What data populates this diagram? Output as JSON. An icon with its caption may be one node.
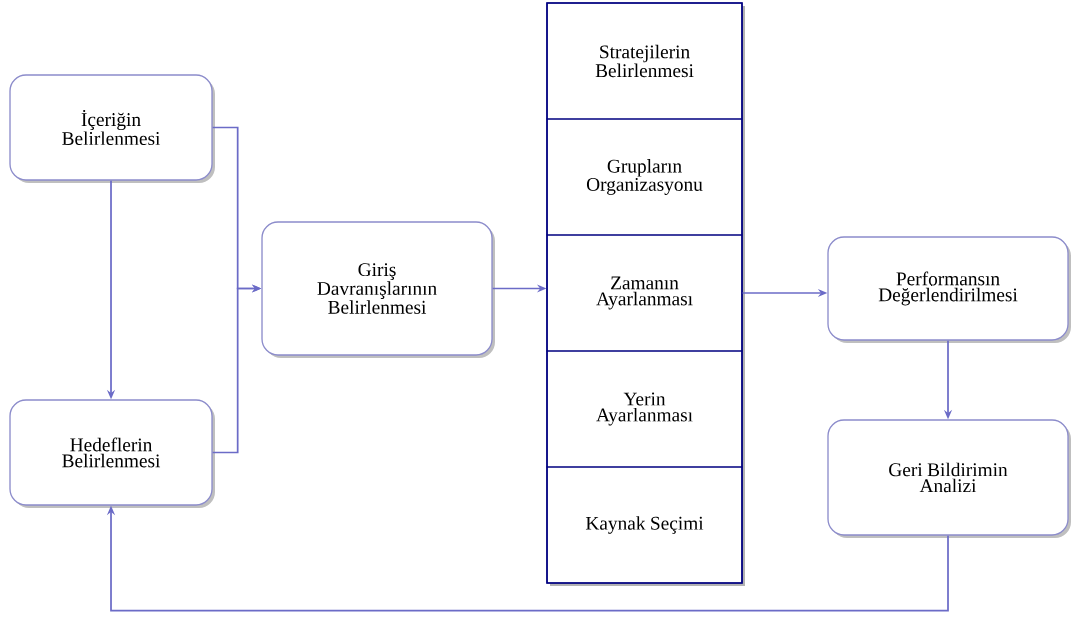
{
  "diagram": {
    "nodes": [
      {
        "text": [
          "İçeriğin Belirlenmesi"
        ]
      },
      {
        "text": [
          "Hedeflerin Belirlenmesi"
        ]
      },
      {
        "text": [
          "Giriş Davranışlarının Belirlenmesi"
        ]
      },
      {
        "text": [],
        "shape": "box"
      },
      {
        "text": [
          "Stratejilerin Belirlenmesi"
        ],
        "in": 3
      },
      {
        "text": [
          "Grupların Organizasyonu"
        ],
        "in": 3
      },
      {
        "text": [
          "Zamanın Ayarlanması"
        ],
        "in": 3
      },
      {
        "text": [
          "Yerin Ayarlanması"
        ],
        "in": 3
      },
      {
        "text": [
          "Kaynak Seçimi"
        ],
        "in": 3
      },
      {
        "text": [
          "Performansın Değerlendirilmesi"
        ]
      },
      {
        "text": [
          "Geri Bildirimin Analizi"
        ]
      }
    ],
    "edges": [
      {
        "from": 0,
        "to": 1,
        "arrow": "to"
      },
      {
        "from": 0,
        "to": 2,
        "arrow": "to"
      },
      {
        "from": 1,
        "to": 2,
        "arrow": "to"
      },
      {
        "from": 2,
        "to": 6,
        "arrow": "to"
      },
      {
        "from": 6,
        "to": 9,
        "arrow": "to"
      },
      {
        "from": 9,
        "to": 10,
        "arrow": "to"
      },
      {
        "from": 10,
        "to": 1,
        "arrow": "to"
      }
    ]
  }
}
